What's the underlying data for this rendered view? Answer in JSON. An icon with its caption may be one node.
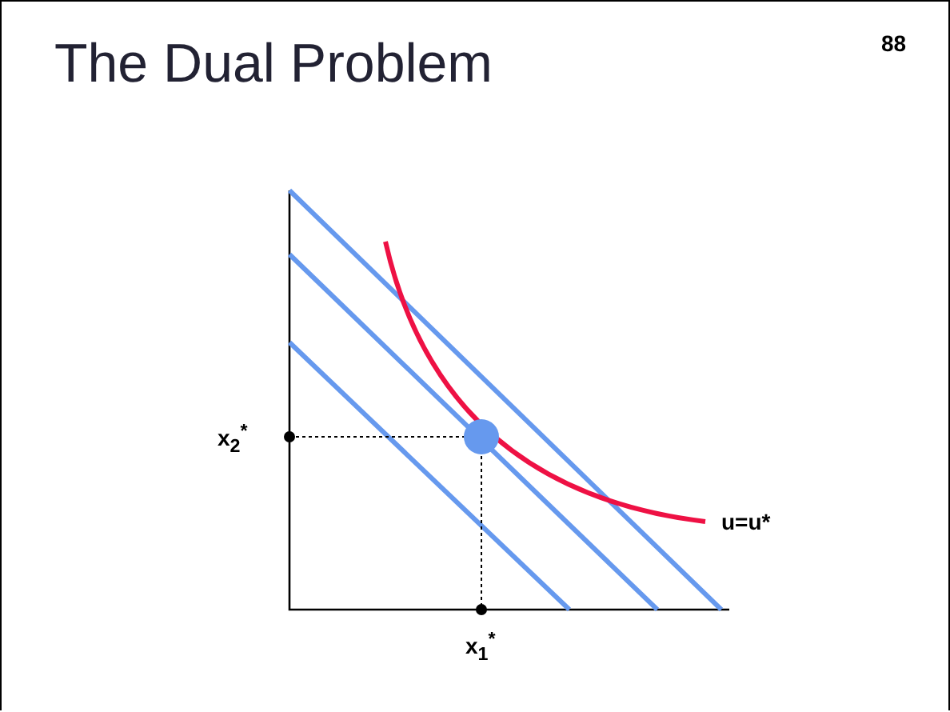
{
  "diagram": {
    "title": "The Dual Problem",
    "labels": [
      "88",
      "x$_{2}$$^{*}$",
      "u=u*",
      "x$_{1}$$^{*}$"
    ]
  }
}
